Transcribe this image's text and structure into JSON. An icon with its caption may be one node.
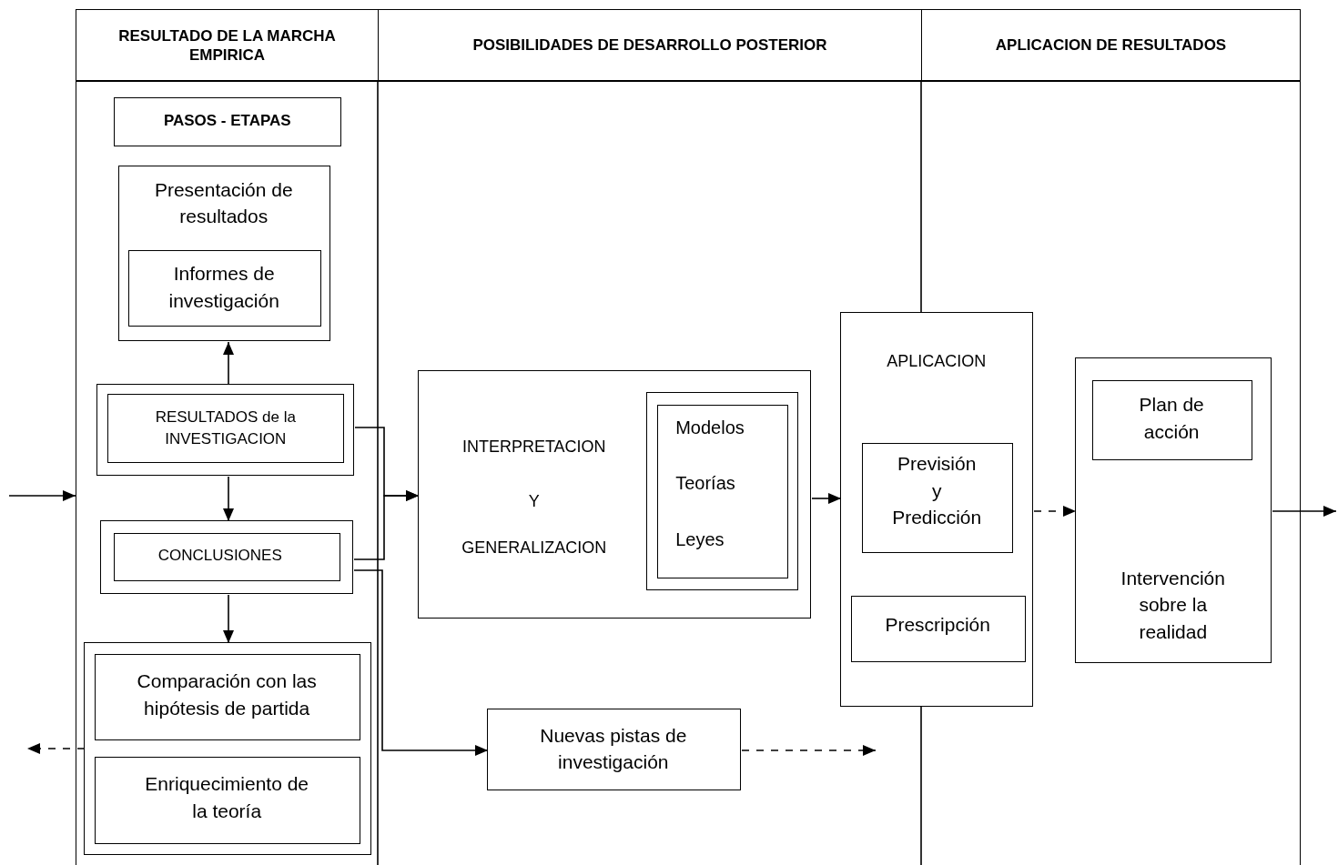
{
  "diagram": {
    "nodes": [
      {
        "text": [
          "RESULTADO DE LA MARCHA EMPIRICA"
        ]
      },
      {
        "text": [
          "POSIBILIDADES DE DESARROLLO POSTERIOR"
        ]
      },
      {
        "text": [
          "APLICACION DE RESULTADOS"
        ]
      },
      {
        "text": [],
        "shape": "box"
      },
      {
        "text": [
          "PASOS - ETAPAS"
        ],
        "in": 3
      },
      {
        "text": [
          "Presentación de resultados"
        ],
        "in": 3
      },
      {
        "text": [
          "Informes de investigación"
        ],
        "in": 5
      },
      {
        "text": [
          "RESULTADOS de la INVESTIGACION"
        ],
        "in": 3
      },
      {
        "text": [
          "CONCLUSIONES"
        ],
        "in": 3
      },
      {
        "text": [],
        "shape": "box",
        "in": 3
      },
      {
        "text": [
          "Comparación con las hipótesis de partida"
        ],
        "in": 9
      },
      {
        "text": [
          "Enriquecimiento de la teoría"
        ],
        "in": 9
      },
      {
        "text": [
          "INTERPRETACION",
          "Y",
          "GENERALIZACION"
        ],
        "in": 3
      },
      {
        "text": [
          "Modelos",
          "Teorías",
          "Leyes"
        ],
        "in": 12
      },
      {
        "text": [
          "Nuevas pistas de investigación"
        ],
        "in": 3
      },
      {
        "text": [
          "APLICACION"
        ],
        "in": 3
      },
      {
        "text": [
          "Previsión y Predicción"
        ],
        "in": 15
      },
      {
        "text": [
          "Prescripción"
        ],
        "in": 15
      },
      {
        "text": [
          "Intervención sobre la realidad"
        ],
        "in": 3
      },
      {
        "text": [
          "Plan de acción"
        ],
        "in": 18
      }
    ],
    "edges": [
      {
        "from": null,
        "to": 3,
        "arrow": "to"
      },
      {
        "from": 7,
        "to": 5,
        "arrow": "to"
      },
      {
        "from": 7,
        "to": 8,
        "arrow": "to"
      },
      {
        "from": 8,
        "to": 9,
        "arrow": "to"
      },
      {
        "from": 7,
        "to": 12,
        "arrow": "to"
      },
      {
        "from": 8,
        "to": 12,
        "arrow": "to"
      },
      {
        "from": 8,
        "to": 14,
        "arrow": "to"
      },
      {
        "from": 12,
        "to": 15,
        "arrow": "to"
      },
      {
        "from": 15,
        "to": 18,
        "arrow": "to",
        "style": "dashed"
      },
      {
        "from": 18,
        "to": null,
        "arrow": "to"
      },
      {
        "from": 14,
        "to": null,
        "arrow": "to",
        "style": "dashed"
      },
      {
        "from": 9,
        "to": null,
        "arrow": "to",
        "style": "dashed"
      }
    ]
  }
}
